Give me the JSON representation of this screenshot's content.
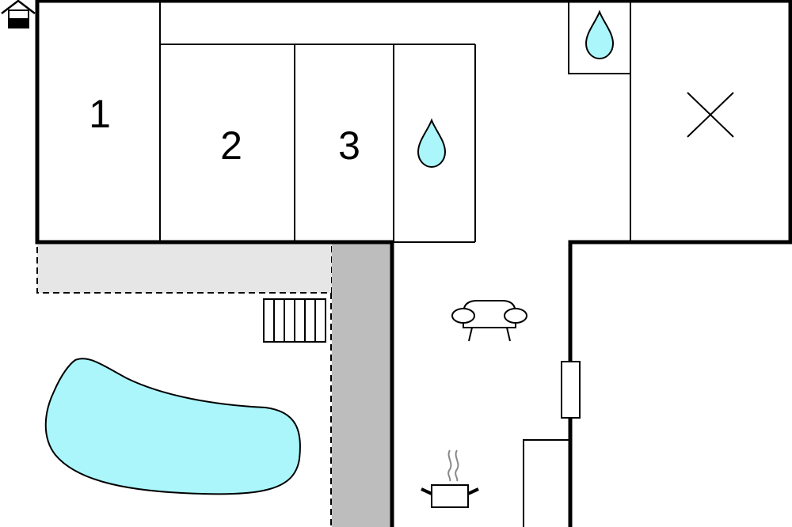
{
  "rooms": [
    {
      "id": "bedroom-1",
      "label": "1"
    },
    {
      "id": "bedroom-2",
      "label": "2"
    },
    {
      "id": "bedroom-3",
      "label": "3"
    }
  ],
  "icons": {
    "entrance": "house-entrance-icon",
    "bathroom": "water-drop-icon",
    "toilet": "water-drop-icon",
    "utility": "cross-icon",
    "living": "sofa-icon",
    "kitchen": "cooking-pot-icon",
    "terrace": "stairs-icon",
    "pool": "pool-icon"
  },
  "colors": {
    "wall": "#000000",
    "water": "#aaf6fb",
    "terrace": "#e6e6e6",
    "path": "#bdbdbd",
    "background": "#ffffff"
  }
}
